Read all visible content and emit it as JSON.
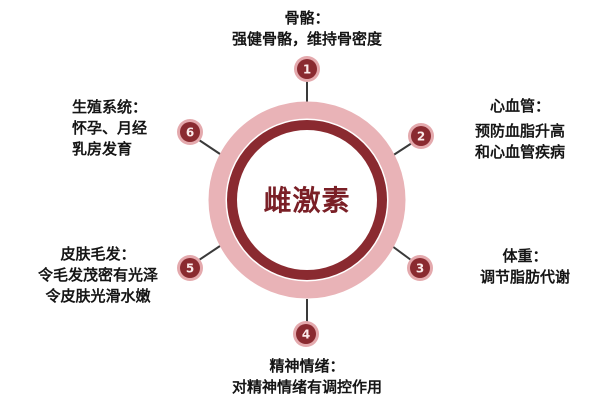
{
  "diagram": {
    "center_label": "雌激素",
    "colors": {
      "outer_ring": "#e9b3b7",
      "inner_ring": "#8a2a30",
      "badge_fill": "#8a2a30",
      "badge_halo": "#e4a9ad",
      "connector": "#3a3a3a",
      "center_text": "#7a1f26"
    },
    "items": [
      {
        "number": "1",
        "title": "骨骼：",
        "lines": [
          "强健骨骼，维持骨密度"
        ]
      },
      {
        "number": "2",
        "title": "心血管：",
        "lines": [
          "预防血脂升高",
          "和心血管疾病"
        ]
      },
      {
        "number": "3",
        "title": "体重：",
        "lines": [
          "调节脂肪代谢"
        ]
      },
      {
        "number": "4",
        "title": "精神情绪：",
        "lines": [
          "对精神情绪有调控作用"
        ]
      },
      {
        "number": "5",
        "title": "皮肤毛发：",
        "lines": [
          "令毛发茂密有光泽",
          "令皮肤光滑水嫩"
        ]
      },
      {
        "number": "6",
        "title": "生殖系统：",
        "lines": [
          "怀孕、月经",
          "乳房发育"
        ]
      }
    ]
  }
}
